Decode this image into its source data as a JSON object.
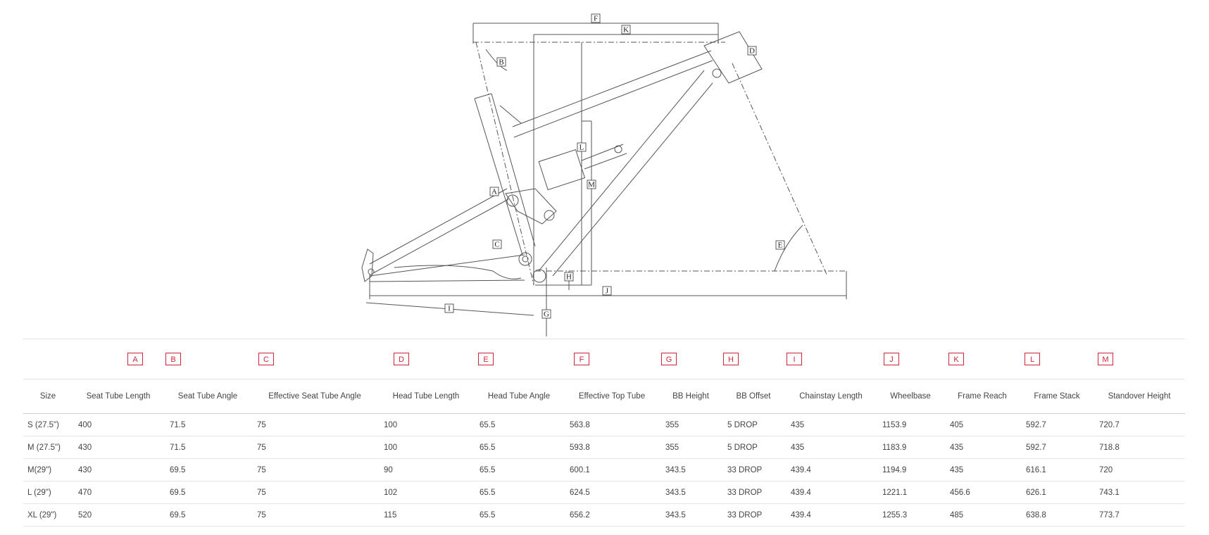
{
  "diagram": {
    "dimension_labels": [
      "A",
      "B",
      "C",
      "D",
      "E",
      "F",
      "G",
      "H",
      "I",
      "J",
      "K",
      "L",
      "M"
    ]
  },
  "table": {
    "letters": [
      "A",
      "B",
      "C",
      "D",
      "E",
      "F",
      "G",
      "H",
      "I",
      "J",
      "K",
      "L",
      "M"
    ],
    "headers": [
      "Size",
      "Seat Tube Length",
      "Seat Tube Angle",
      "Effective Seat Tube Angle",
      "Head Tube Length",
      "Head Tube Angle",
      "Effective Top Tube",
      "BB Height",
      "BB Offset",
      "Chainstay Length",
      "Wheelbase",
      "Frame Reach",
      "Frame Stack",
      "Standover Height"
    ],
    "rows": [
      [
        "S (27.5\")",
        "400",
        "71.5",
        "75",
        "100",
        "65.5",
        "563.8",
        "355",
        "5 DROP",
        "435",
        "1153.9",
        "405",
        "592.7",
        "720.7"
      ],
      [
        "M (27.5\")",
        "430",
        "71.5",
        "75",
        "100",
        "65.5",
        "593.8",
        "355",
        "5 DROP",
        "435",
        "1183.9",
        "435",
        "592.7",
        "718.8"
      ],
      [
        "M(29\")",
        "430",
        "69.5",
        "75",
        "90",
        "65.5",
        "600.1",
        "343.5",
        "33 DROP",
        "439.4",
        "1194.9",
        "435",
        "616.1",
        "720"
      ],
      [
        "L (29\")",
        "470",
        "69.5",
        "75",
        "102",
        "65.5",
        "624.5",
        "343.5",
        "33 DROP",
        "439.4",
        "1221.1",
        "456.6",
        "626.1",
        "743.1"
      ],
      [
        "XL (29\")",
        "520",
        "69.5",
        "75",
        "115",
        "65.5",
        "656.2",
        "343.5",
        "33 DROP",
        "439.4",
        "1255.3",
        "485",
        "638.8",
        "773.7"
      ]
    ]
  },
  "colors": {
    "accent": "#d0263a",
    "line": "#555555"
  }
}
